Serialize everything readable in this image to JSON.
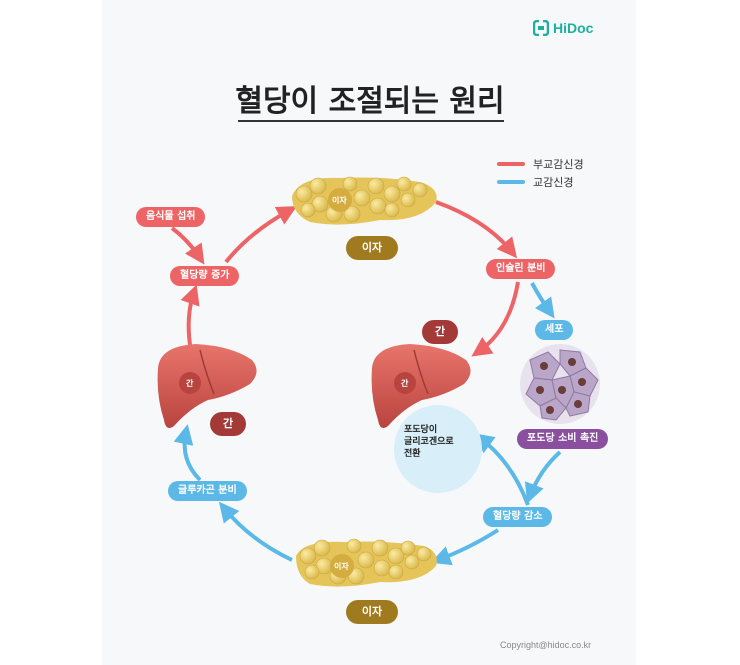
{
  "logo": {
    "text": "HiDoc"
  },
  "title": "혈당이 조절되는 원리",
  "legend": [
    {
      "label": "부교감신경",
      "color": "#ec6466"
    },
    {
      "label": "교감신경",
      "color": "#5cb8e6"
    }
  ],
  "organs": {
    "pancreas_top_label": "이자",
    "pancreas_top_badge": "이자",
    "pancreas_bottom_label": "이자",
    "pancreas_bottom_badge": "이자",
    "liver_left_label": "간",
    "liver_left_badge": "간",
    "liver_right_label": "간",
    "liver_right_badge": "간"
  },
  "steps": {
    "food_intake": "음식물 섭취",
    "glucose_up": "혈당량 증가",
    "insulin": "인슐린 분비",
    "cell": "세포",
    "glucose_use": "포도당 소비 촉진",
    "glucose_down": "혈당량 감소",
    "glucagon": "글루카곤 분비"
  },
  "bubble": {
    "text": "포도당이\n글리코겐으로\n전환"
  },
  "copyright": "Copyright@hidoc.co.kr",
  "colors": {
    "parasympathetic": "#ec6466",
    "sympathetic": "#5cb8e6",
    "pancreas": "#f0d46a",
    "liver": "#d9625a",
    "cells": "#b9a6c9"
  }
}
